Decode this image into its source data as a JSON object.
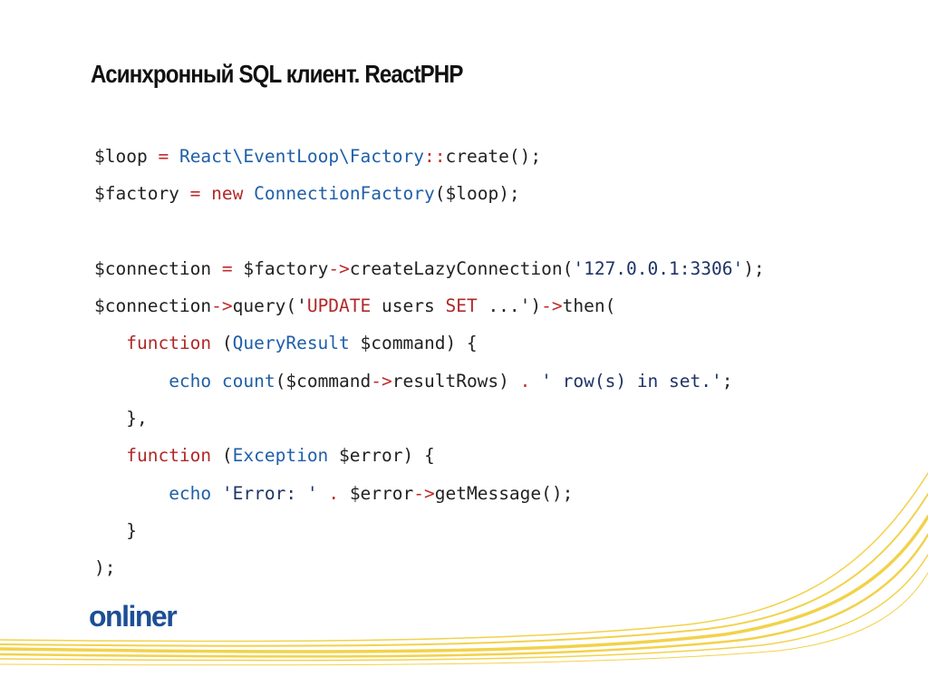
{
  "slide": {
    "title": "Асинхронный SQL клиент. ReactPHP",
    "logo_text": "onliner"
  },
  "colors": {
    "plain": "#222222",
    "operator": "#c02a2a",
    "keyword": "#b02828",
    "type": "#1f5fa8",
    "string": "#1e3466",
    "logo": "#1c4f94",
    "swoosh": "#f2d24a"
  },
  "code": {
    "lines": [
      [
        "$loop",
        " ",
        "=",
        " ",
        "React\\EventLoop\\Factory",
        "::",
        "create();"
      ],
      [
        "$factory",
        " ",
        "=",
        " ",
        "new",
        " ",
        "ConnectionFactory",
        "($loop);"
      ],
      [
        ""
      ],
      [
        "$connection",
        " ",
        "=",
        " ",
        "$factory",
        "->",
        "createLazyConnection(",
        "'127.0.0.1:3306'",
        ");"
      ],
      [
        "$connection",
        "->",
        "query(",
        "'",
        "UPDATE",
        " users ",
        "SET",
        " ...'",
        ")",
        "->",
        "then("
      ],
      [
        "   ",
        "function",
        " (",
        "QueryResult",
        " $command) {"
      ],
      [
        "       ",
        "echo",
        " ",
        "count",
        "($command",
        "->",
        "resultRows) ",
        ".",
        " ",
        "' row(s) in set.'",
        ";"
      ],
      [
        "   ",
        "},"
      ],
      [
        "   ",
        "function",
        " (",
        "Exception",
        " $error) {"
      ],
      [
        "       ",
        "echo",
        " ",
        "'Error: '",
        " ",
        ".",
        " $error",
        "->",
        "getMessage();"
      ],
      [
        "   ",
        "}"
      ],
      [
        ");"
      ]
    ]
  }
}
